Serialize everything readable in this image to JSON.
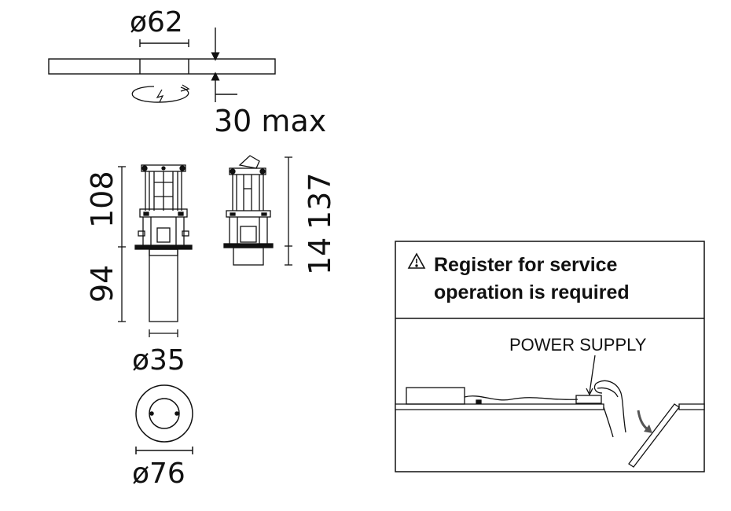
{
  "dimensions": {
    "cutout_diameter": "ø62",
    "ceiling_thickness": "30 max",
    "body_height_upper": "108",
    "body_height_lower": "94",
    "side_height_total": "137",
    "side_height_lower": "14",
    "tube_diameter": "ø35",
    "trim_diameter": "ø76"
  },
  "service_box": {
    "title_line1": "Register for service",
    "title_line2": "operation is required",
    "power_supply_label": "POWER SUPPLY"
  },
  "colors": {
    "line": "#111111",
    "arrow_grey": "#555555"
  },
  "icons": {
    "warning": "warning-triangle-icon",
    "rotate": "rotate-arrow-icon"
  }
}
